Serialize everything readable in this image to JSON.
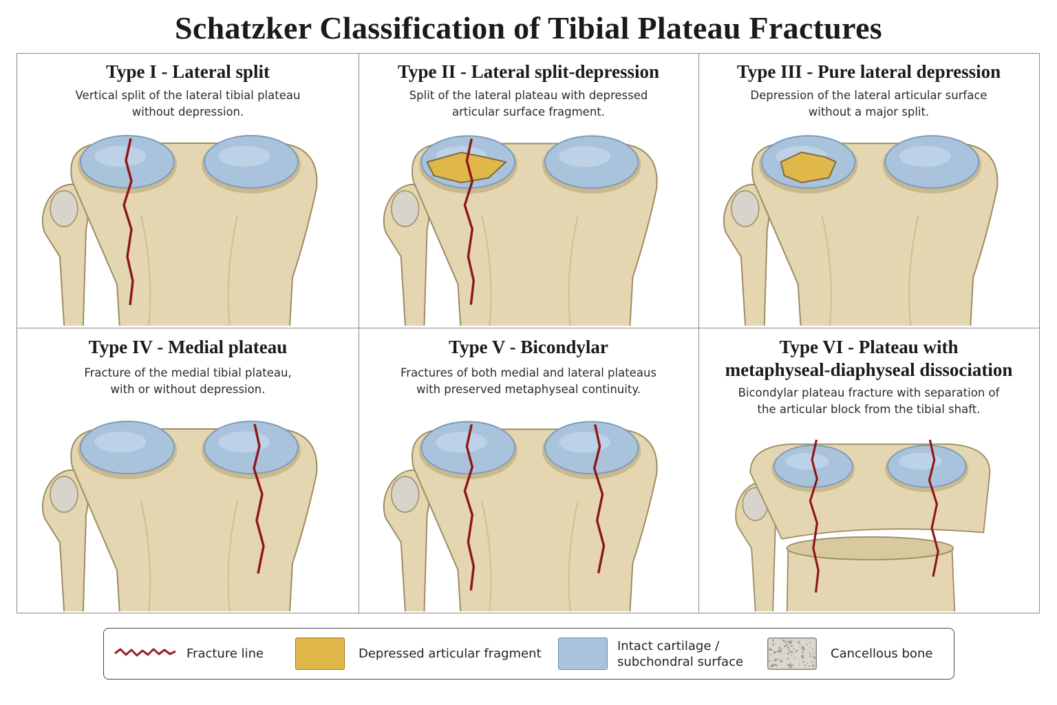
{
  "title": "Schatzker Classification of Tibial Plateau Fractures",
  "colors": {
    "fracture": "#9c1c1c",
    "depressed_fragment": "#e0b84a",
    "cartilage": "#a9c3dd",
    "bone": "#e4d6b0",
    "cancellous": "#d8d4cc",
    "border": "#8a8a8a"
  },
  "panels": [
    {
      "title": "Type I - Lateral split",
      "description": [
        "Vertical split of the lateral tibial plateau",
        "without depression."
      ],
      "features": [
        "lateral-split"
      ]
    },
    {
      "title": "Type II - Lateral split-depression",
      "description": [
        "Split of the lateral plateau with depressed",
        "articular surface fragment."
      ],
      "features": [
        "lateral-split",
        "lateral-depression"
      ]
    },
    {
      "title": "Type III - Pure lateral depression",
      "description": [
        "Depression of the lateral articular surface",
        "without a major split."
      ],
      "features": [
        "lateral-depression"
      ]
    },
    {
      "title": "Type IV - Medial plateau",
      "description": [
        "Fracture of the medial tibial plateau,",
        "with or without depression."
      ],
      "features": [
        "medial-split"
      ]
    },
    {
      "title": "Type V - Bicondylar",
      "description": [
        "Fractures of both medial and lateral plateaus",
        "with preserved metaphyseal continuity."
      ],
      "features": [
        "lateral-split",
        "medial-split"
      ]
    },
    {
      "title_lines": [
        "Type VI - Plateau with",
        "metaphyseal-diaphyseal dissociation"
      ],
      "description": [
        "Bicondylar plateau fracture with separation of",
        "the articular block from the tibial shaft."
      ],
      "features": [
        "lateral-split",
        "medial-split",
        "dissociation"
      ]
    }
  ],
  "legend": {
    "fracture_line": "Fracture line",
    "depressed_fragment": "Depressed articular fragment",
    "intact_cartilage_lines": [
      "Intact cartilage /",
      "subchondral surface"
    ],
    "cancellous_bone": "Cancellous bone"
  },
  "icons": [
    "fracture-line-icon",
    "depressed-fragment-swatch",
    "cartilage-swatch",
    "cancellous-bone-swatch"
  ]
}
